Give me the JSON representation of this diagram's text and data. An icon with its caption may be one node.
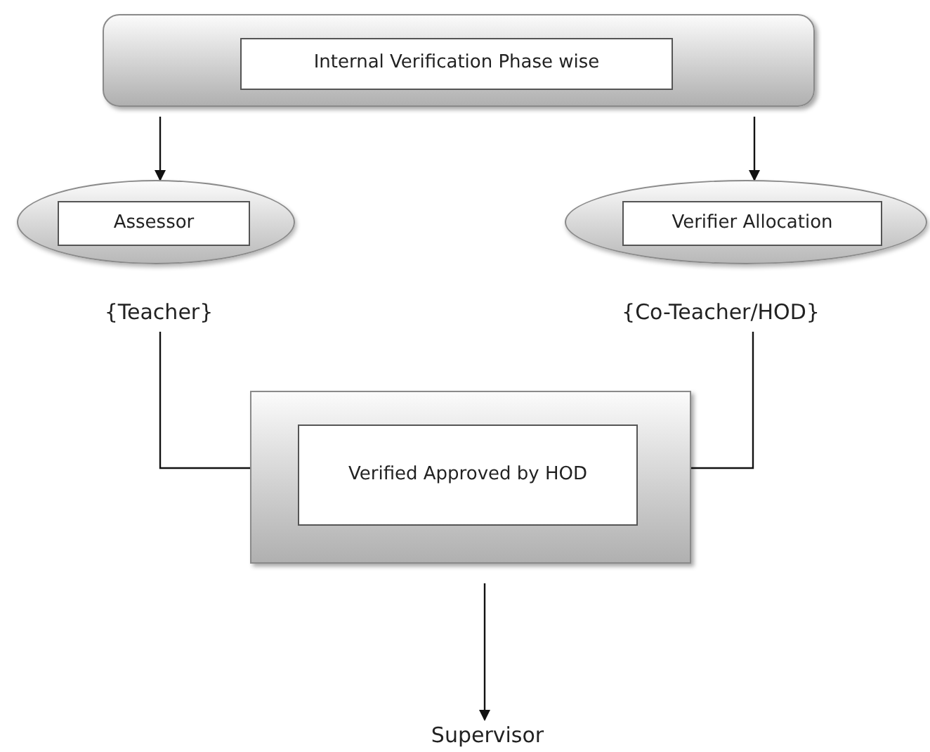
{
  "diagram": {
    "nodes": [
      {
        "text": [],
        "shape": "box"
      },
      {
        "text": [
          "Internal Verification Phase wise"
        ],
        "in": 0
      },
      {
        "text": [],
        "shape": "ellipse"
      },
      {
        "text": [
          "Assessor"
        ],
        "in": 2
      },
      {
        "text": [],
        "shape": "ellipse"
      },
      {
        "text": [
          "Verifier Allocation"
        ],
        "in": 4
      },
      {
        "text": [
          "{Teacher}"
        ]
      },
      {
        "text": [
          "{Co-Teacher/HOD}"
        ]
      },
      {
        "text": [],
        "shape": "box"
      },
      {
        "text": [
          "Verified Approved by HOD"
        ],
        "in": 8
      },
      {
        "text": [
          "Supervisor"
        ]
      }
    ],
    "edges": [
      {
        "from": 0,
        "to": 2,
        "arrow": "to"
      },
      {
        "from": 0,
        "to": 4,
        "arrow": "to"
      },
      {
        "from": 6,
        "to": 8,
        "arrow": "none"
      },
      {
        "from": 7,
        "to": 8,
        "arrow": "none"
      },
      {
        "from": 8,
        "to": 10,
        "arrow": "to"
      }
    ]
  }
}
